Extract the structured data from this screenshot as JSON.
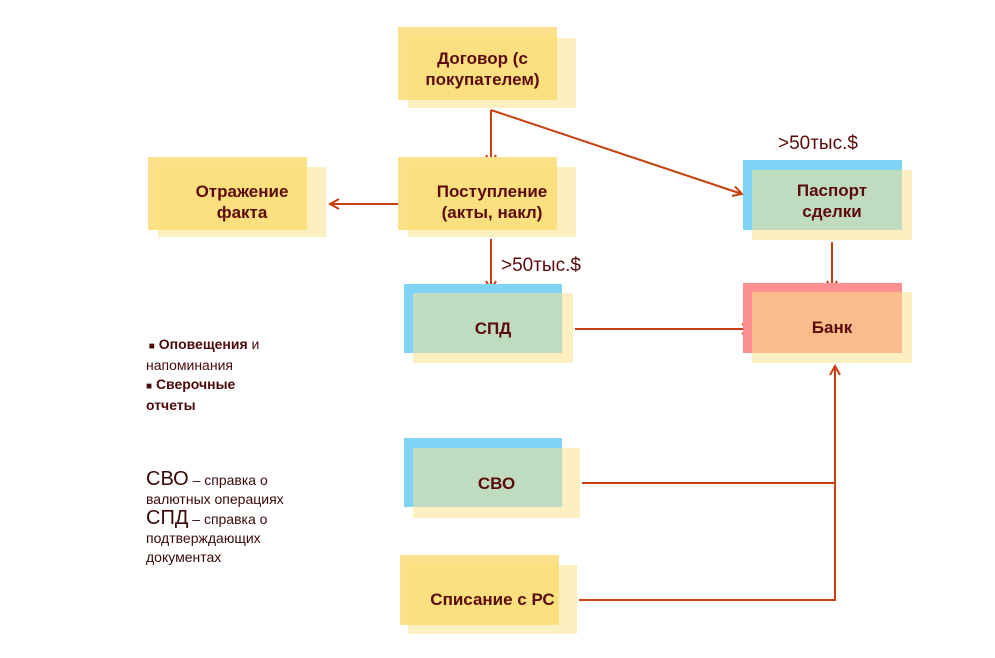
{
  "colors": {
    "yellow_back": "#fde08a",
    "yellow_front": "#fdf0c0",
    "yellow_inner": "#fcdf7f",
    "blue_back": "#7fd3f5",
    "green_inner": "#c0dcc0",
    "pink_back": "#fd8f90",
    "orange_inner": "#fbbd8c",
    "arrow": "#c8400f",
    "text": "#5c0b0b"
  },
  "nodes": {
    "dogovor": {
      "line1": "Договор (с",
      "line2": "покупателем)"
    },
    "otrazhenie": {
      "line1": "Отражение",
      "line2": "факта"
    },
    "postuplenie": {
      "line1": "Поступление",
      "line2": "(акты, накл)"
    },
    "pasport": {
      "line1": "Паспорт",
      "line2": "сделки"
    },
    "spd": {
      "label": "СПД"
    },
    "bank": {
      "label": "Банк"
    },
    "svo": {
      "label": "СВО"
    },
    "spisanie": {
      "label": "Списание с РС"
    }
  },
  "annotations": {
    "threshold_pasport": ">50тыс.$",
    "threshold_spd": ">50тыс.$"
  },
  "features": {
    "bullet": "■",
    "item1_bold": "Оповещения",
    "item1_rest": " и",
    "item1_line2": "напоминания",
    "item2_bold": "Сверочные",
    "item2_line2": "отчеты"
  },
  "abbreviations": [
    {
      "term": "СВО",
      "dash": " – справка о",
      "line2": "валютных операциях"
    },
    {
      "term": "СПД",
      "dash": " – справка о",
      "line2": "подтверждающих",
      "line3": "документах"
    }
  ]
}
